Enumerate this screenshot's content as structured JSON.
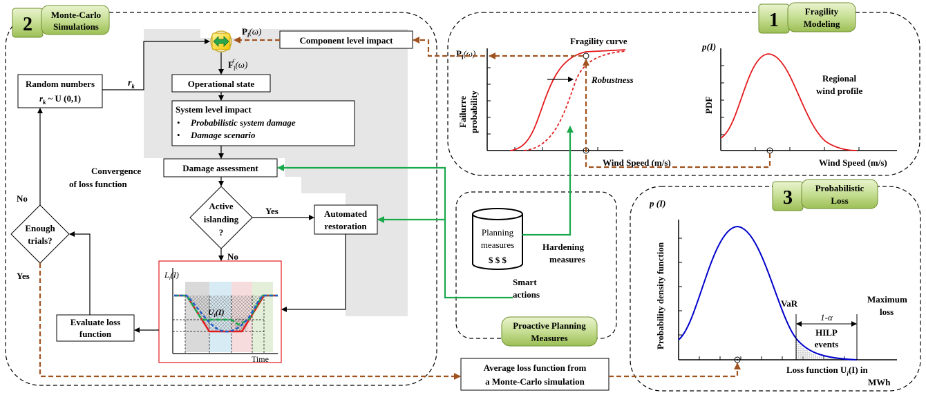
{
  "panels": {
    "monte_carlo": {
      "number": "2",
      "title_line1": "Monte-Carlo",
      "title_line2": "Simulations"
    },
    "fragility": {
      "number": "1",
      "title_line1": "Fragility",
      "title_line2": "Modeling"
    },
    "probabilistic_loss": {
      "number": "3",
      "title_line1": "Probabilistic",
      "title_line2": "Loss"
    },
    "proactive": {
      "title_line1": "Proactive Planning",
      "title_line2": "Measures"
    }
  },
  "monte_carlo": {
    "pi_label": "P",
    "pi_sub": "i",
    "pi_arg": "(ω)",
    "fl_label": "F",
    "fl_sub": "l",
    "fl_sup": "c",
    "fl_arg": "(ω)",
    "component_impact": "Component level impact",
    "random_line1": "Random numbers",
    "random_rk": "r",
    "random_rk_sub": "k",
    "random_dist": "~ U (0,1)",
    "rk_label": "r",
    "rk_sub": "k",
    "operational_state": "Operational state",
    "system_impact_title": "System level impact",
    "system_bullet1": "Probabilistic system damage",
    "system_bullet2": "Damage scenario",
    "convergence_line1": "Convergence",
    "convergence_line2": "of loss function",
    "damage_assessment": "Damage assessment",
    "active_line1": "Active",
    "active_line2": "islanding",
    "active_line3": "?",
    "yes_active": "Yes",
    "no_active": "No",
    "automated_line1": "Automated",
    "automated_line2": "restoration",
    "enough_line1": "Enough",
    "enough_line2": "trials?",
    "no_trials": "No",
    "yes_trials": "Yes",
    "evaluate_line1": "Evaluate loss",
    "evaluate_line2": "function",
    "inset_ylabel": "L",
    "inset_ysub": "i",
    "inset_yarg": "(I)",
    "inset_area": "U",
    "inset_area_sub": "i",
    "inset_area_arg": "(I)",
    "inset_xlabel": "Time"
  },
  "fragility": {
    "y_label_line1": "Failurre",
    "y_label_line2": "probability",
    "p_label": "P",
    "p_sub": "l",
    "p_arg": "(ω)",
    "curve_title": "Fragility curve",
    "robustness": "Robustness",
    "x_label": "Wind Speed (m/s)",
    "pdf_ylabel": "PDF",
    "pdf_title": "p(I)",
    "pdf_text_line1": "Regional",
    "pdf_text_line2": "wind profile",
    "pdf_xlabel": "Wind Speed (m/s)"
  },
  "proactive": {
    "cyl_line1": "Planning",
    "cyl_line2": "measures",
    "cyl_line3": "$ $ $",
    "hardening_line1": "Hardening",
    "hardening_line2": "measures",
    "smart_line1": "Smart",
    "smart_line2": "actions"
  },
  "loss": {
    "y_title": "p (I)",
    "y_label": "Probability density function",
    "var": "VaR",
    "alpha": "1-α",
    "hilp_line1": "HILP",
    "hilp_line2": "events",
    "max_line1": "Maximum",
    "max_line2": "loss",
    "x_label_line1": "Loss function U",
    "x_label_sub": "i",
    "x_label_arg": "(I) in",
    "x_label_line2": "MWh"
  },
  "average_box": {
    "line1": "Average loss function from",
    "line2": "a Monte-Carlo simulation"
  },
  "colors": {
    "red": "#e31a1c",
    "blue": "#0000cc",
    "green": "#19a84a",
    "brown": "#a0521e",
    "badge_fill": "#bfd88a",
    "panel_bg": "#e6e6e6"
  }
}
